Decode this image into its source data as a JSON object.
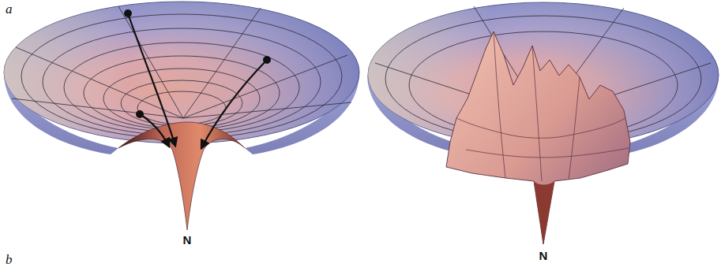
{
  "diagram": {
    "labels": [
      "a",
      "N",
      "N",
      "b"
    ]
  }
}
